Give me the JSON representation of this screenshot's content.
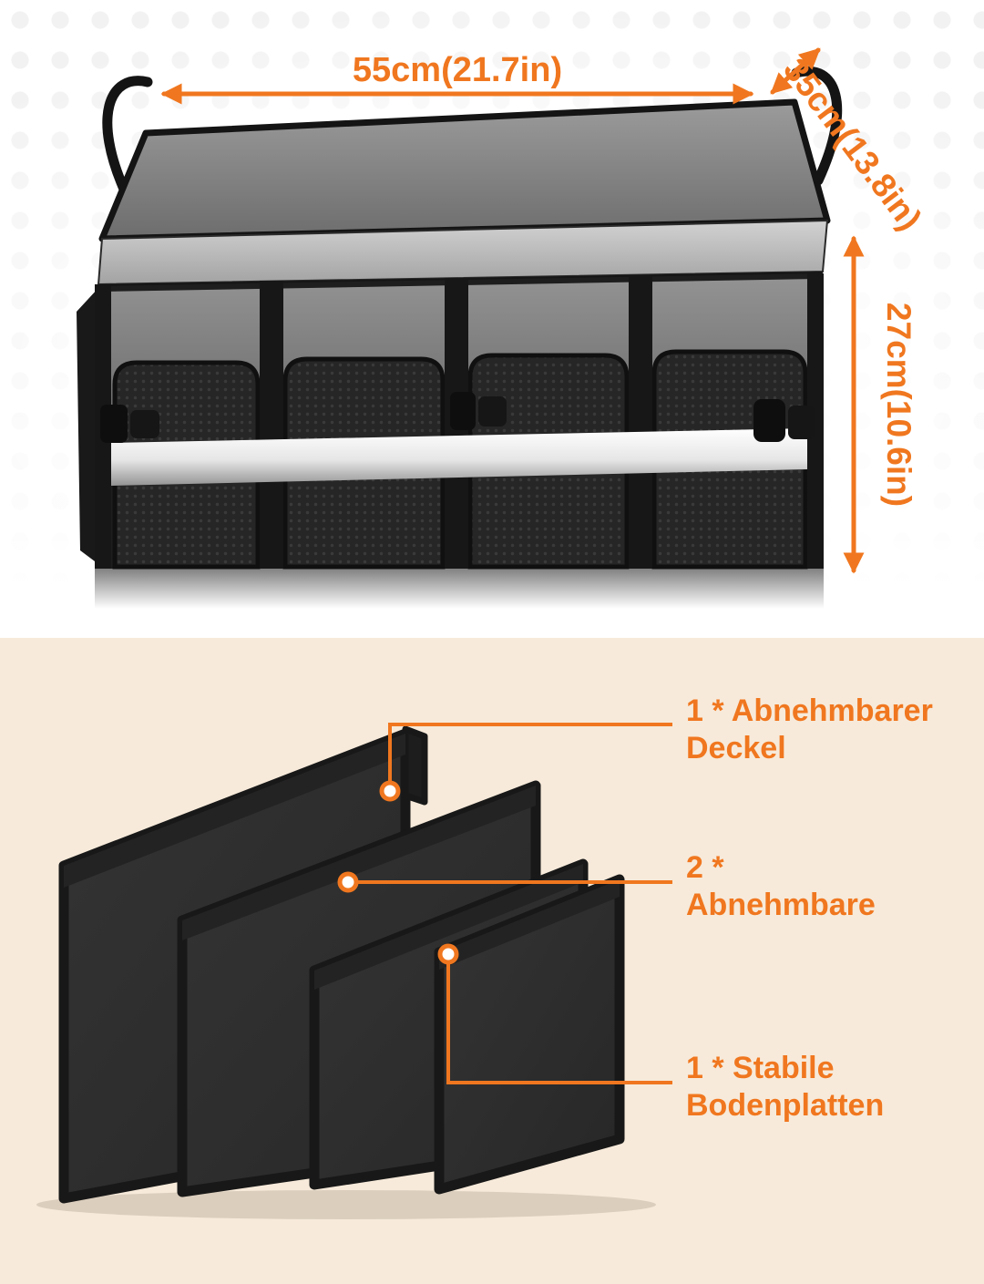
{
  "colors": {
    "accent": "#F0771F",
    "bottom_bg": "#F7EADA",
    "box_dark": "#1E1E1E",
    "box_gray": "#8D8D8D",
    "stripe_silver": "#E8E8E8"
  },
  "dimensions": {
    "width": "55cm(21.7in)",
    "depth": "35cm(13.8in)",
    "height": "27cm(10.6in)"
  },
  "callouts": [
    {
      "line1": "1 * Abnehmbarer",
      "line2": "Deckel"
    },
    {
      "line1": "2 *",
      "line2": "Abnehmbare"
    },
    {
      "line1": "1 * Stabile",
      "line2": "Bodenplatten"
    }
  ]
}
